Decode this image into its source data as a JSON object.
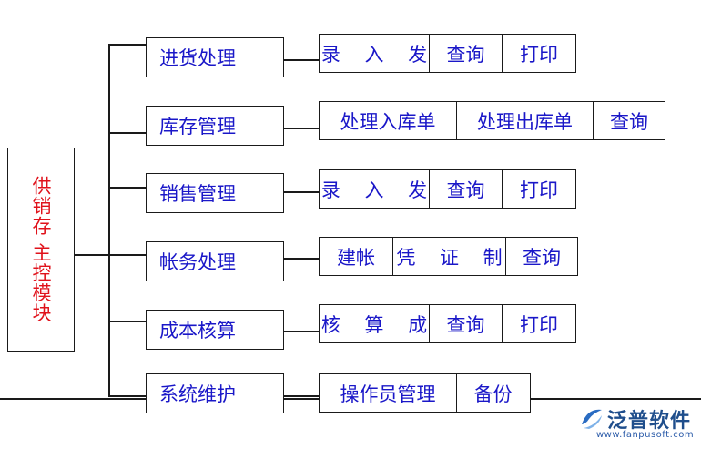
{
  "main_module": {
    "label": "供销存 主控模块"
  },
  "modules": [
    {
      "label": "进货处理",
      "actions": [
        "录 入 发",
        "查询",
        "打印"
      ]
    },
    {
      "label": "库存管理",
      "actions": [
        "处理入库单",
        "处理出库单",
        "查询"
      ]
    },
    {
      "label": "销售管理",
      "actions": [
        "录 入 发",
        "查询",
        "打印"
      ]
    },
    {
      "label": "帐务处理",
      "actions": [
        "建帐",
        "凭 证 制",
        "查询"
      ]
    },
    {
      "label": "成本核算",
      "actions": [
        "核 算 成",
        "查询",
        "打印"
      ]
    },
    {
      "label": "系统维护",
      "actions": [
        "操作员管理",
        "备份"
      ]
    }
  ],
  "logo": {
    "name": "泛普软件",
    "url": "www.fanpusoft.com"
  },
  "colors": {
    "main_text": "#e0121b",
    "module_text": "#1a17c8",
    "logo_text": "#1f4e8c"
  }
}
